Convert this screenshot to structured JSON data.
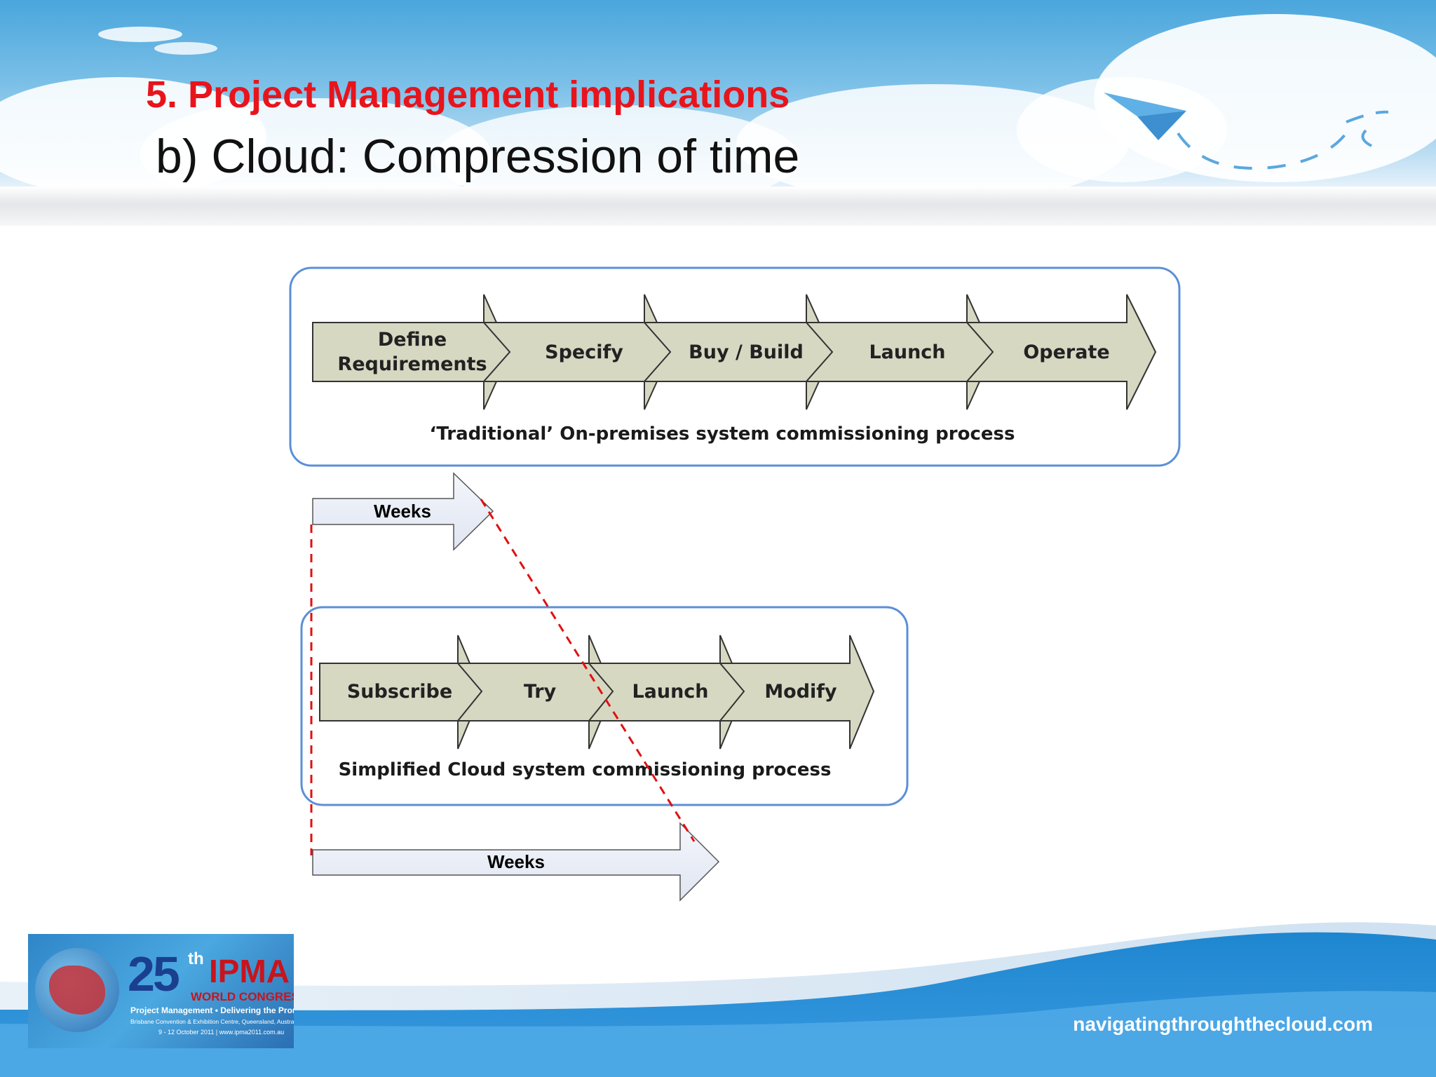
{
  "slide": {
    "title": "5. Project Management implications",
    "subtitle": "b) Cloud: Compression of time"
  },
  "traditional": {
    "steps": [
      {
        "line1": "Define",
        "line2": "Requirements"
      },
      {
        "line1": "Specify",
        "line2": ""
      },
      {
        "line1": "Buy / Build",
        "line2": ""
      },
      {
        "line1": "Launch",
        "line2": ""
      },
      {
        "line1": "Operate",
        "line2": ""
      }
    ],
    "caption": "‘Traditional’ On-premises system commissioning process",
    "duration_label": "Weeks"
  },
  "cloud": {
    "steps": [
      {
        "line1": "Subscribe",
        "line2": ""
      },
      {
        "line1": "Try",
        "line2": ""
      },
      {
        "line1": "Launch",
        "line2": ""
      },
      {
        "line1": "Modify",
        "line2": ""
      }
    ],
    "caption": "Simplified Cloud system commissioning process",
    "duration_label": "Weeks"
  },
  "logo": {
    "number": "25",
    "suffix": "th",
    "name": "IPMA",
    "event": "WORLD CONGRESS",
    "tagline": "Project Management • Delivering the Promise",
    "venue": "Brisbane Convention & Exhibition Centre, Queensland, Australia",
    "dates": "9 - 12 October 2011",
    "website": "www.ipma2011.com.au"
  },
  "footer": {
    "url": "navigatingthroughthecloud.com"
  },
  "colors": {
    "title_red": "#e8141c",
    "step_fill": "#d6d8c2",
    "panel_border": "#5b8fd6",
    "timeline_fill": "#e9edf6",
    "dashed_red": "#e01010"
  }
}
